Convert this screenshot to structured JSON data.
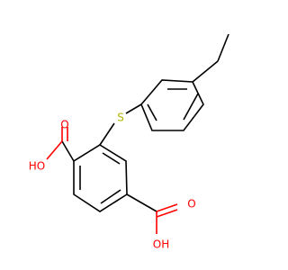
{
  "molecule": {
    "atoms": {
      "sulfur": {
        "label": "S",
        "color": "#b2b200"
      },
      "carbonyl_oxygen_upper": {
        "label": "O",
        "color": "#ff0000"
      },
      "hydroxyl_upper": {
        "label": "OH",
        "color": "#ff0000"
      },
      "hydroxyl_upper_prefix": {
        "label": "HO",
        "color": "#ff0000"
      },
      "carbonyl_oxygen_lower": {
        "label": "O",
        "color": "#ff0000"
      },
      "hydroxyl_lower": {
        "label": "OH",
        "color": "#ff0000"
      }
    },
    "colors": {
      "bond": "#000000",
      "oxygen": "#ff0000",
      "sulfur": "#b2b200",
      "background": "#ffffff"
    }
  }
}
